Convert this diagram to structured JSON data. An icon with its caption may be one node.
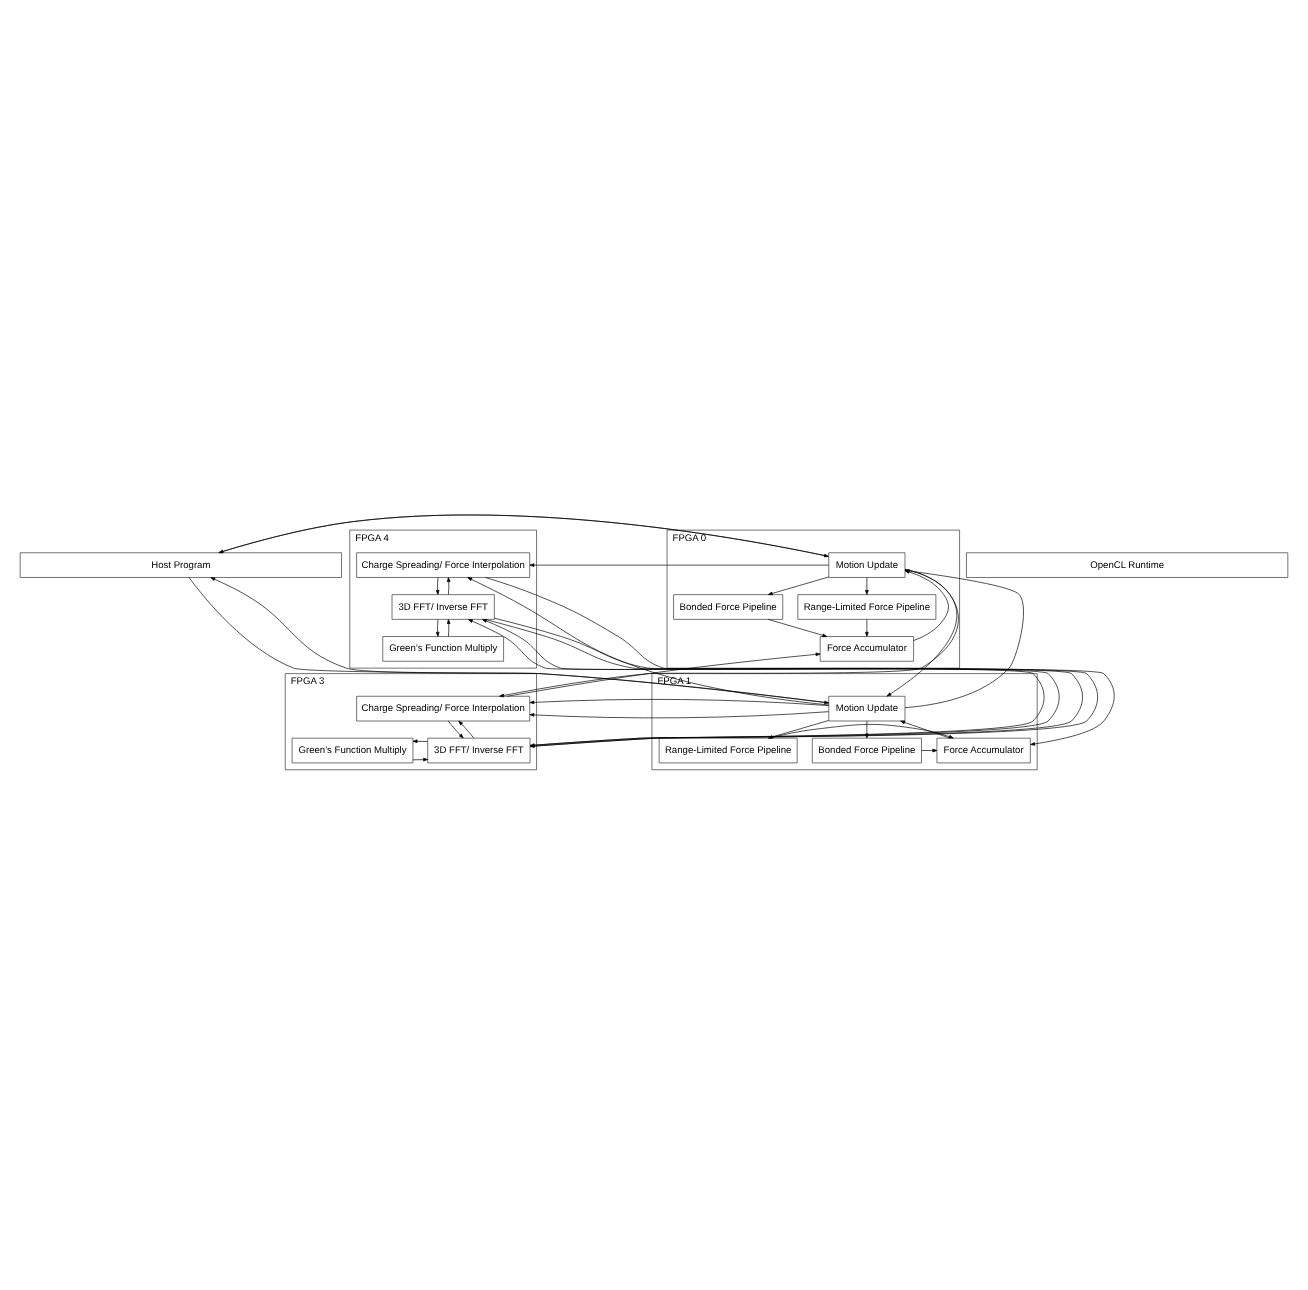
{
  "diagram": {
    "nodes": [
      {
        "text": [
          "Host Program"
        ]
      },
      {
        "text": [
          "OpenCL Runtime"
        ]
      },
      {
        "text": [
          "FPGA 0"
        ]
      },
      {
        "text": [
          "Motion Update"
        ],
        "in": 2
      },
      {
        "text": [
          "Bonded Force Pipeline"
        ],
        "in": 2
      },
      {
        "text": [
          "Range-Limited Force Pipeline"
        ],
        "in": 2
      },
      {
        "text": [
          "Force Accumulator"
        ],
        "in": 2
      },
      {
        "text": [
          "FPGA 1"
        ]
      },
      {
        "text": [
          "Motion Update"
        ],
        "in": 7
      },
      {
        "text": [
          "Range-Limited Force Pipeline"
        ],
        "in": 7
      },
      {
        "text": [
          "Bonded Force Pipeline"
        ],
        "in": 7
      },
      {
        "text": [
          "Force Accumulator"
        ],
        "in": 7
      },
      {
        "text": [
          "FPGA 3"
        ]
      },
      {
        "text": [
          "Charge Spreading/ Force Interpolation"
        ],
        "in": 12
      },
      {
        "text": [
          "Green’s Function Multiply"
        ],
        "in": 12
      },
      {
        "text": [
          "3D FFT/ Inverse FFT"
        ],
        "in": 12
      },
      {
        "text": [
          "FPGA 4"
        ]
      },
      {
        "text": [
          "Charge Spreading/ Force Interpolation"
        ],
        "in": 16
      },
      {
        "text": [
          "3D FFT/ Inverse FFT"
        ],
        "in": 16
      },
      {
        "text": [
          "Green’s Function Multiply"
        ],
        "in": 16
      }
    ],
    "edges": [
      {
        "from": 3,
        "to": 0,
        "arrow": "to"
      },
      {
        "from": 0,
        "to": 3,
        "arrow": "to"
      },
      {
        "from": 8,
        "to": 0,
        "arrow": "to"
      },
      {
        "from": 0,
        "to": 8,
        "arrow": "to"
      },
      {
        "from": 3,
        "to": 8,
        "arrow": "to"
      },
      {
        "from": 8,
        "to": 3,
        "arrow": "to"
      },
      {
        "from": 3,
        "to": 4,
        "arrow": "to"
      },
      {
        "from": 3,
        "to": 5,
        "arrow": "to"
      },
      {
        "from": 4,
        "to": 6,
        "arrow": "to"
      },
      {
        "from": 5,
        "to": 6,
        "arrow": "to"
      },
      {
        "from": 8,
        "to": 9,
        "arrow": "to"
      },
      {
        "from": 8,
        "to": 10,
        "arrow": "to"
      },
      {
        "from": 9,
        "to": 11,
        "arrow": "to"
      },
      {
        "from": 10,
        "to": 11,
        "arrow": "to"
      },
      {
        "from": 6,
        "to": 3,
        "arrow": "to"
      },
      {
        "from": 13,
        "to": 6,
        "arrow": "to"
      },
      {
        "from": 3,
        "to": 13,
        "arrow": "to"
      },
      {
        "from": 3,
        "to": 17,
        "arrow": "to"
      },
      {
        "from": 11,
        "to": 8,
        "arrow": "to"
      },
      {
        "from": 17,
        "to": 11,
        "arrow": "to"
      },
      {
        "from": 8,
        "to": 17,
        "arrow": "to"
      },
      {
        "from": 8,
        "to": 13,
        "arrow": "to"
      },
      {
        "from": 15,
        "to": 13,
        "arrow": "to"
      },
      {
        "from": 13,
        "to": 15,
        "arrow": "to"
      },
      {
        "from": 14,
        "to": 15,
        "arrow": "to"
      },
      {
        "from": 15,
        "to": 14,
        "arrow": "to"
      },
      {
        "from": 18,
        "to": 15,
        "arrow": "to"
      },
      {
        "from": 15,
        "to": 18,
        "arrow": "to"
      },
      {
        "from": 18,
        "to": 15,
        "arrow": "to"
      },
      {
        "from": 15,
        "to": 18,
        "arrow": "to"
      },
      {
        "from": 18,
        "to": 17,
        "arrow": "to"
      },
      {
        "from": 17,
        "to": 18,
        "arrow": "to"
      },
      {
        "from": 19,
        "to": 18,
        "arrow": "to"
      },
      {
        "from": 18,
        "to": 19,
        "arrow": "to"
      }
    ]
  }
}
